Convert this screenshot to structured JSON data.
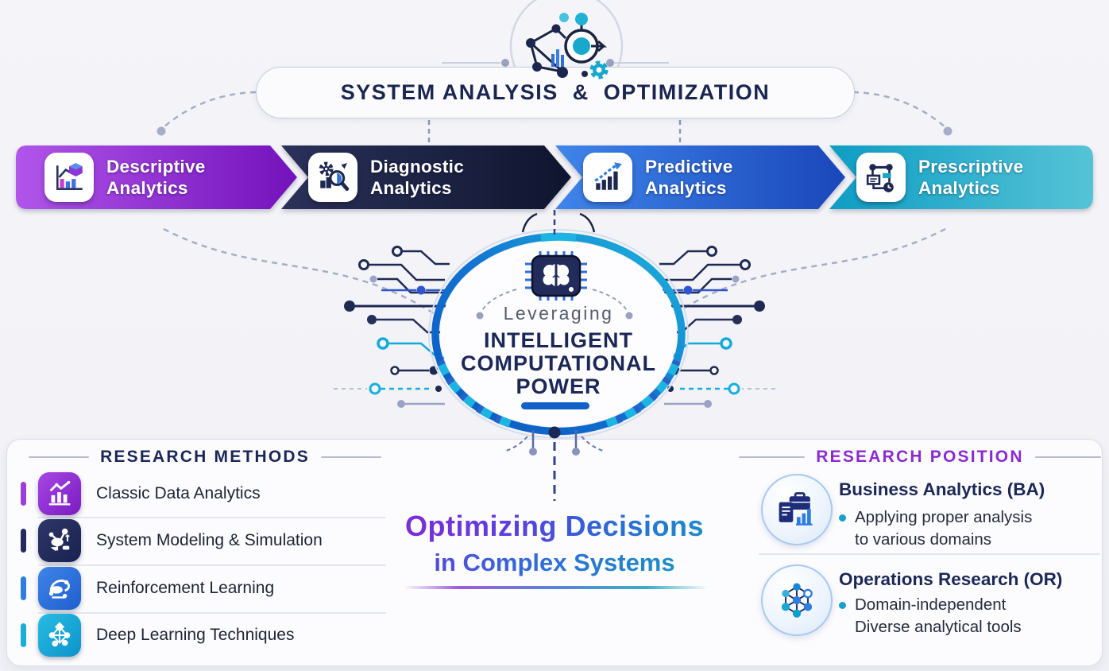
{
  "colors": {
    "navy": "#1b2756",
    "purple": "#8a2bd0",
    "blue": "#2e6fd8",
    "teal": "#17a6c8",
    "background": "#f2f2f7"
  },
  "top_icon": "network-analysis-gear-icon",
  "header": {
    "title": "SYSTEM ANALYSIS  &  OPTIMIZATION"
  },
  "pipeline": {
    "stages": [
      {
        "line1": "Descriptive",
        "line2": "Analytics",
        "icon": "chart-cube-icon",
        "color_from": "#b155ea",
        "color_to": "#7312bb"
      },
      {
        "line1": "Diagnostic",
        "line2": "Analytics",
        "icon": "gear-magnifier-icon",
        "color_from": "#2b3159",
        "color_to": "#0f152e"
      },
      {
        "line1": "Predictive",
        "line2": "Analytics",
        "icon": "growth-chart-icon",
        "color_from": "#3f85ea",
        "color_to": "#1a47ba"
      },
      {
        "line1": "Prescriptive",
        "line2": "Analytics",
        "icon": "flowchart-decision-icon",
        "color_from": "#0f9dc4",
        "color_to": "#55c3d6"
      }
    ]
  },
  "core": {
    "icon": "chip-brain-icon",
    "intro": "Leveraging",
    "line1": "INTELLIGENT",
    "line2": "COMPUTATIONAL",
    "line3": "POWER"
  },
  "research_methods": {
    "title": "RESEARCH METHODS",
    "items": [
      {
        "label": "Classic Data Analytics",
        "icon": "bar-chart-trend-icon",
        "accent": "#9b3fd8"
      },
      {
        "label": "System Modeling & Simulation",
        "icon": "simulation-model-icon",
        "accent": "#232c5e"
      },
      {
        "label": "Reinforcement Learning",
        "icon": "feedback-loop-icon",
        "accent": "#2e7de0"
      },
      {
        "label": "Deep Learning Techniques",
        "icon": "neural-network-icon",
        "accent": "#17aed8"
      }
    ]
  },
  "tagline": {
    "line1": "Optimizing Decisions",
    "line2": "in Complex Systems"
  },
  "research_position": {
    "title": "RESEARCH POSITION",
    "items": [
      {
        "title": "Business Analytics (BA)",
        "icon": "briefcase-chart-icon",
        "bullet_lines": [
          "Applying proper analysis",
          "to various domains"
        ]
      },
      {
        "title": "Operations Research (OR)",
        "icon": "graph-network-icon",
        "bullet_lines": [
          "Domain-independent",
          "Diverse analytical tools"
        ]
      }
    ]
  }
}
